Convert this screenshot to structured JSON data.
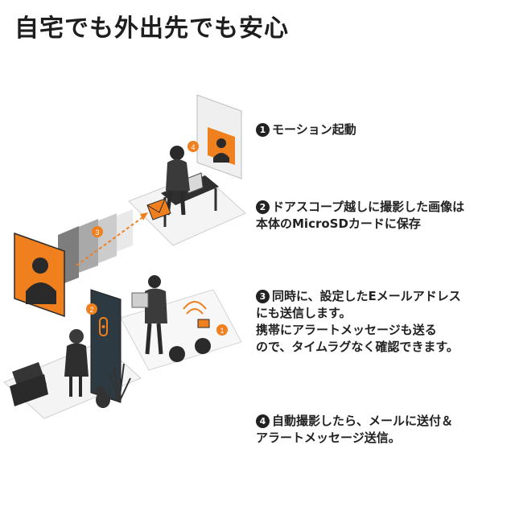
{
  "title": "自宅でも外出先でも安心",
  "accent_color": "#f07f1e",
  "illustration": {
    "badges": [
      "1",
      "2",
      "3",
      "4"
    ]
  },
  "steps": [
    {
      "num": "1",
      "lines": [
        "モーション起動"
      ]
    },
    {
      "num": "2",
      "lines": [
        "ドアスコープ越しに撮影した画像は",
        "本体のMicroSDカードに保存"
      ]
    },
    {
      "num": "3",
      "lines": [
        "同時に、設定したEメールアドレス",
        "にも送信します。",
        "携帯にアラートメッセージも送る",
        "ので、タイムラグなく確認できます。"
      ]
    },
    {
      "num": "4",
      "lines": [
        "自動撮影したら、メールに送付＆",
        "アラートメッセージ送信。"
      ]
    }
  ]
}
